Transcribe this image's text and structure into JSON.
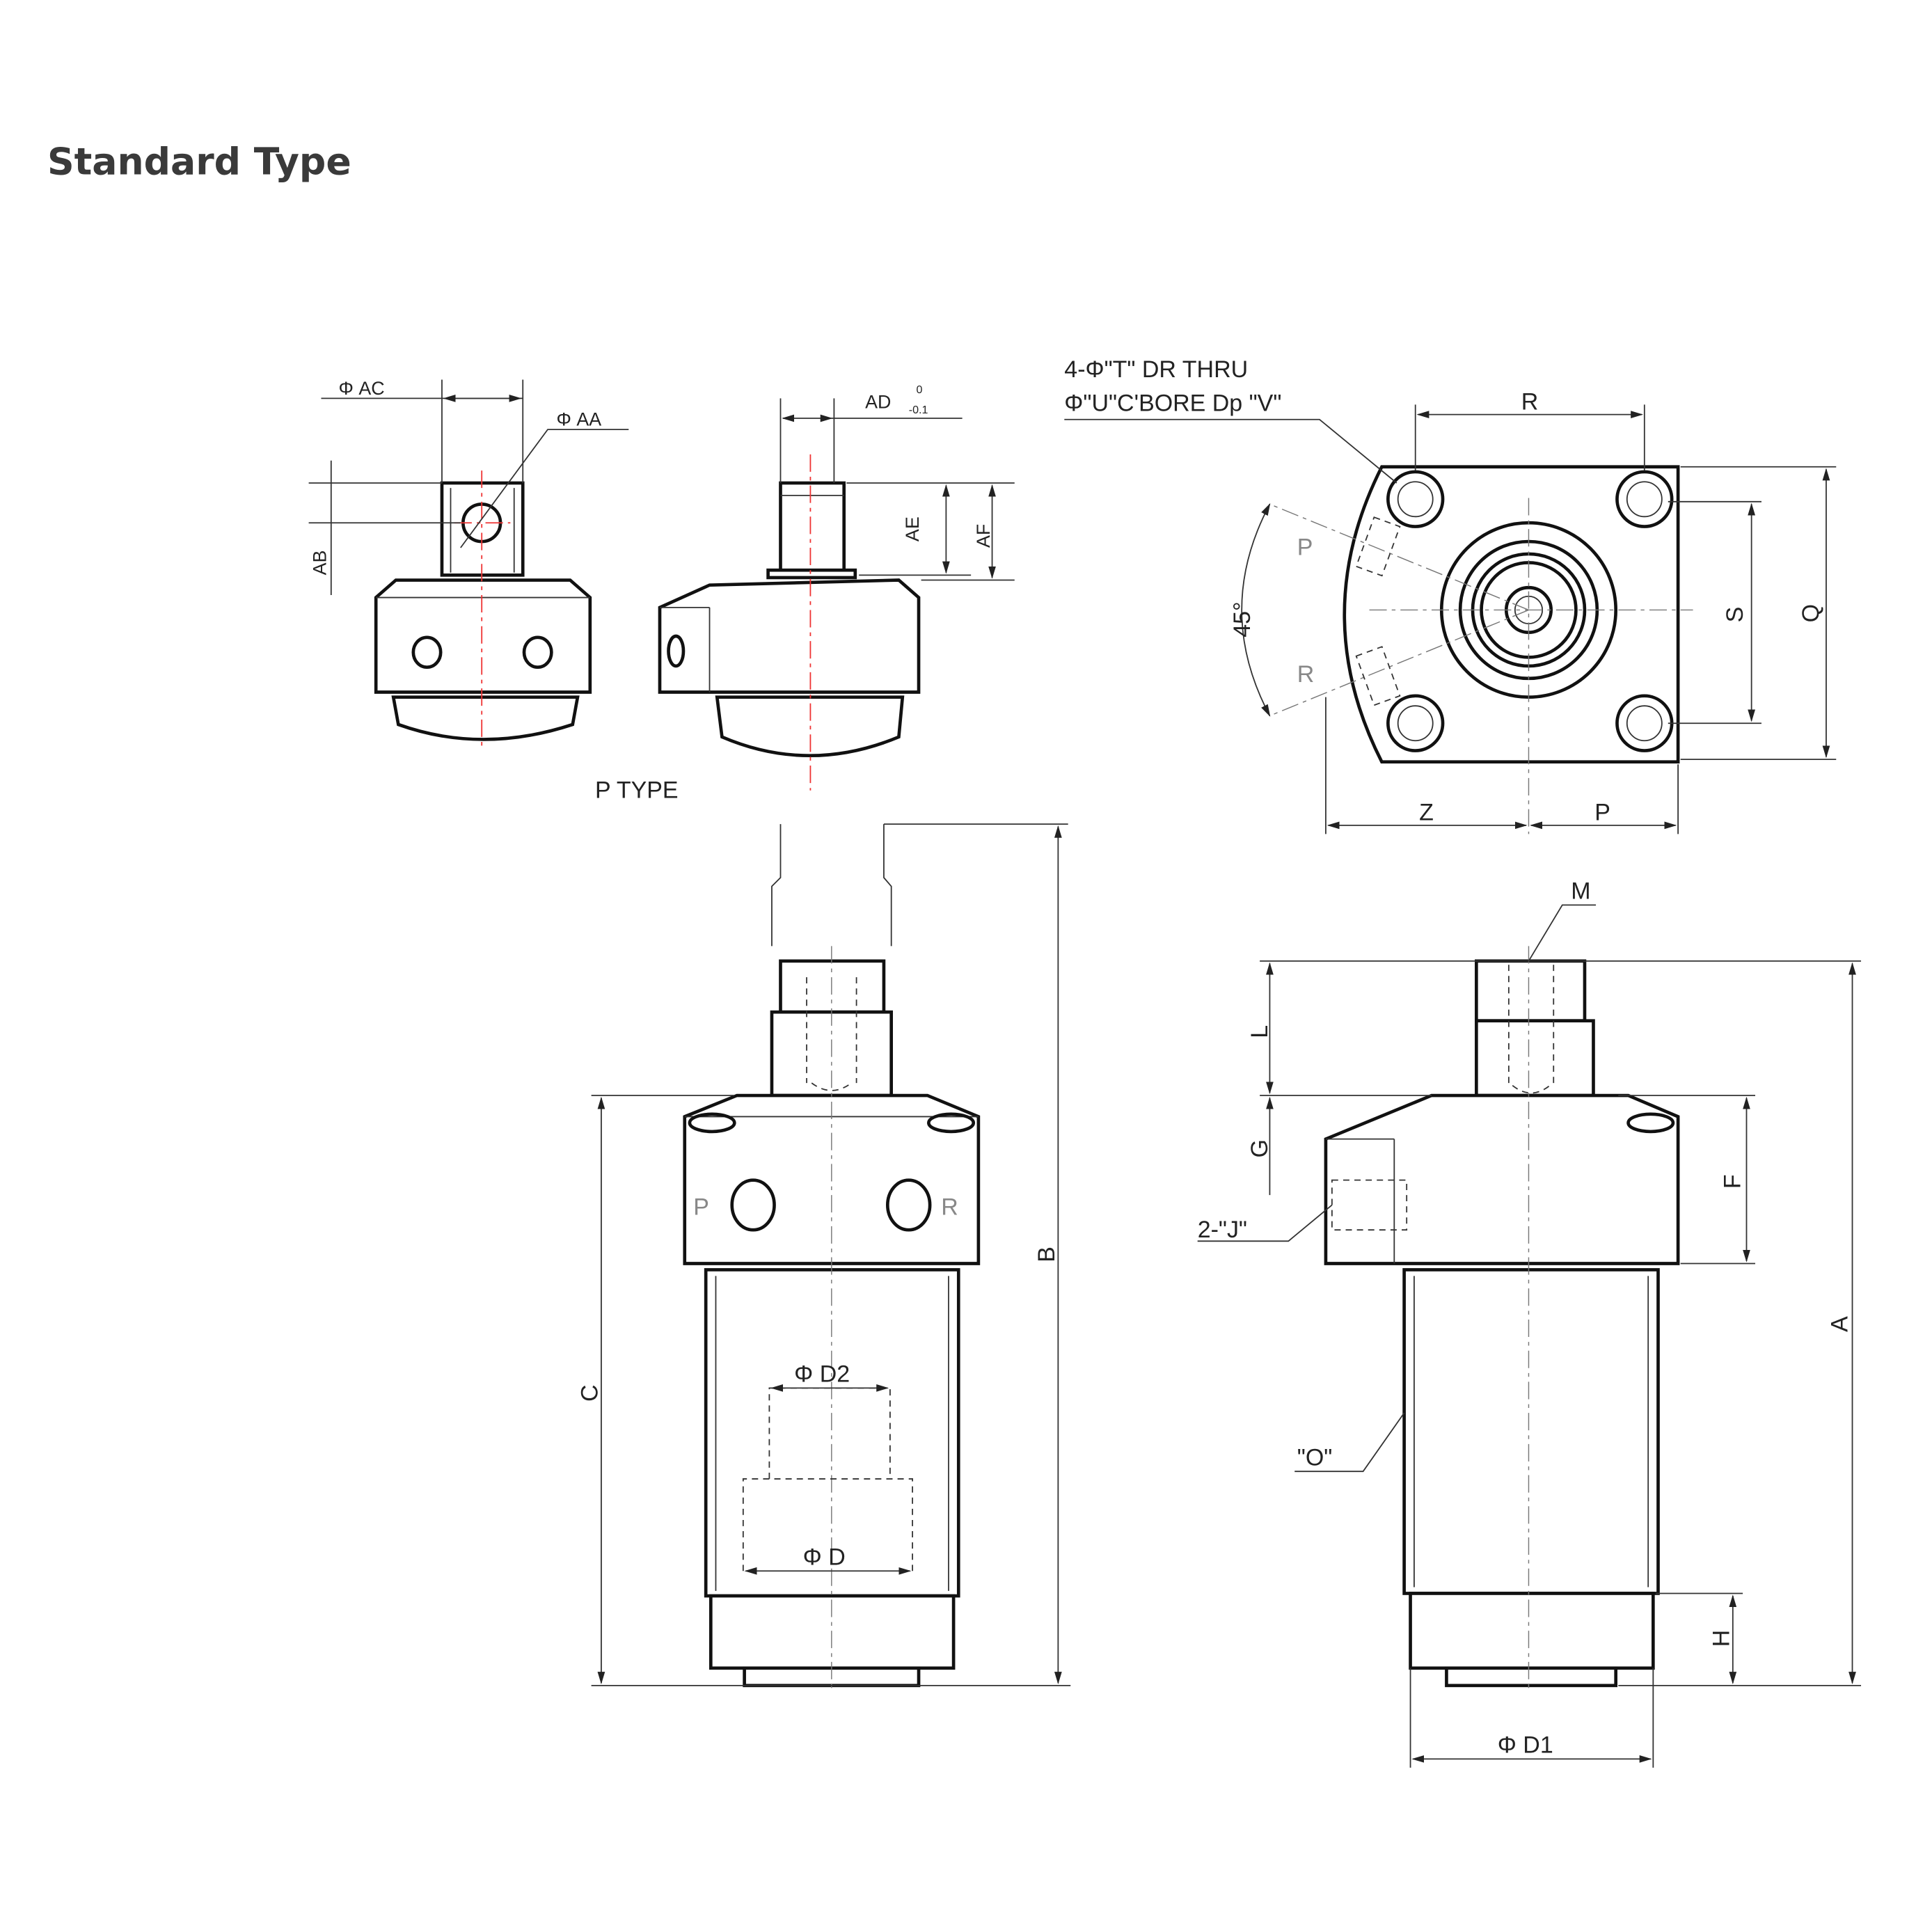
{
  "title": "Standard Type",
  "p_type": {
    "label": "P TYPE",
    "dim_ac": "Φ AC",
    "dim_aa": "Φ AA",
    "dim_ab": "AB",
    "dim_ad": "AD",
    "dim_ad_tol_upper": "0",
    "dim_ad_tol_lower": "-0.1",
    "dim_ae": "AE",
    "dim_af": "AF"
  },
  "plan_view": {
    "note_line1": "4-Φ\"T\" DR THRU",
    "note_line2": "Φ\"U\"C'BORE Dp \"V\"",
    "port_p": "P",
    "port_r": "R",
    "angle": "45°",
    "dim_r": "R",
    "dim_s": "S",
    "dim_q": "Q",
    "dim_z": "Z",
    "dim_p": "P"
  },
  "front_view": {
    "port_p": "P",
    "port_r": "R",
    "dim_d2": "Φ D2",
    "dim_d": "Φ D",
    "dim_c": "C",
    "dim_b": "B"
  },
  "side_view": {
    "dim_m": "M",
    "dim_l": "L",
    "dim_g": "G",
    "dim_f": "F",
    "dim_j": "2-\"J\"",
    "dim_o": "\"O\"",
    "dim_a": "A",
    "dim_h": "H",
    "dim_d1": "Φ D1"
  }
}
